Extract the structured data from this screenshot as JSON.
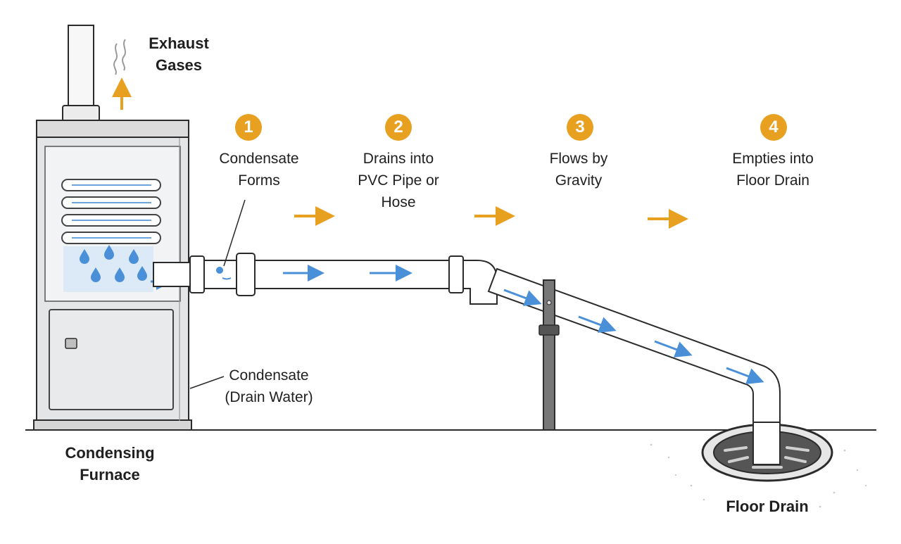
{
  "colors": {
    "accent": "#E8A020",
    "water": "#4A90D9",
    "outline": "#2b2b2b",
    "furnace_fill": "#e4e5e6",
    "pipe_fill": "#ffffff"
  },
  "exhaust_label": [
    "Exhaust",
    "Gases"
  ],
  "furnace_label": [
    "Condensing",
    "Furnace"
  ],
  "condensate_label": [
    "Condensate",
    "(Drain Water)"
  ],
  "floor_drain_label": "Floor Drain",
  "steps": [
    {
      "number": "1",
      "lines": [
        "Condensate",
        "Forms"
      ]
    },
    {
      "number": "2",
      "lines": [
        "Drains into",
        "PVC Pipe or",
        "Hose"
      ]
    },
    {
      "number": "3",
      "lines": [
        "Flows by",
        "Gravity"
      ]
    },
    {
      "number": "4",
      "lines": [
        "Empties into",
        "Floor Drain"
      ]
    }
  ]
}
